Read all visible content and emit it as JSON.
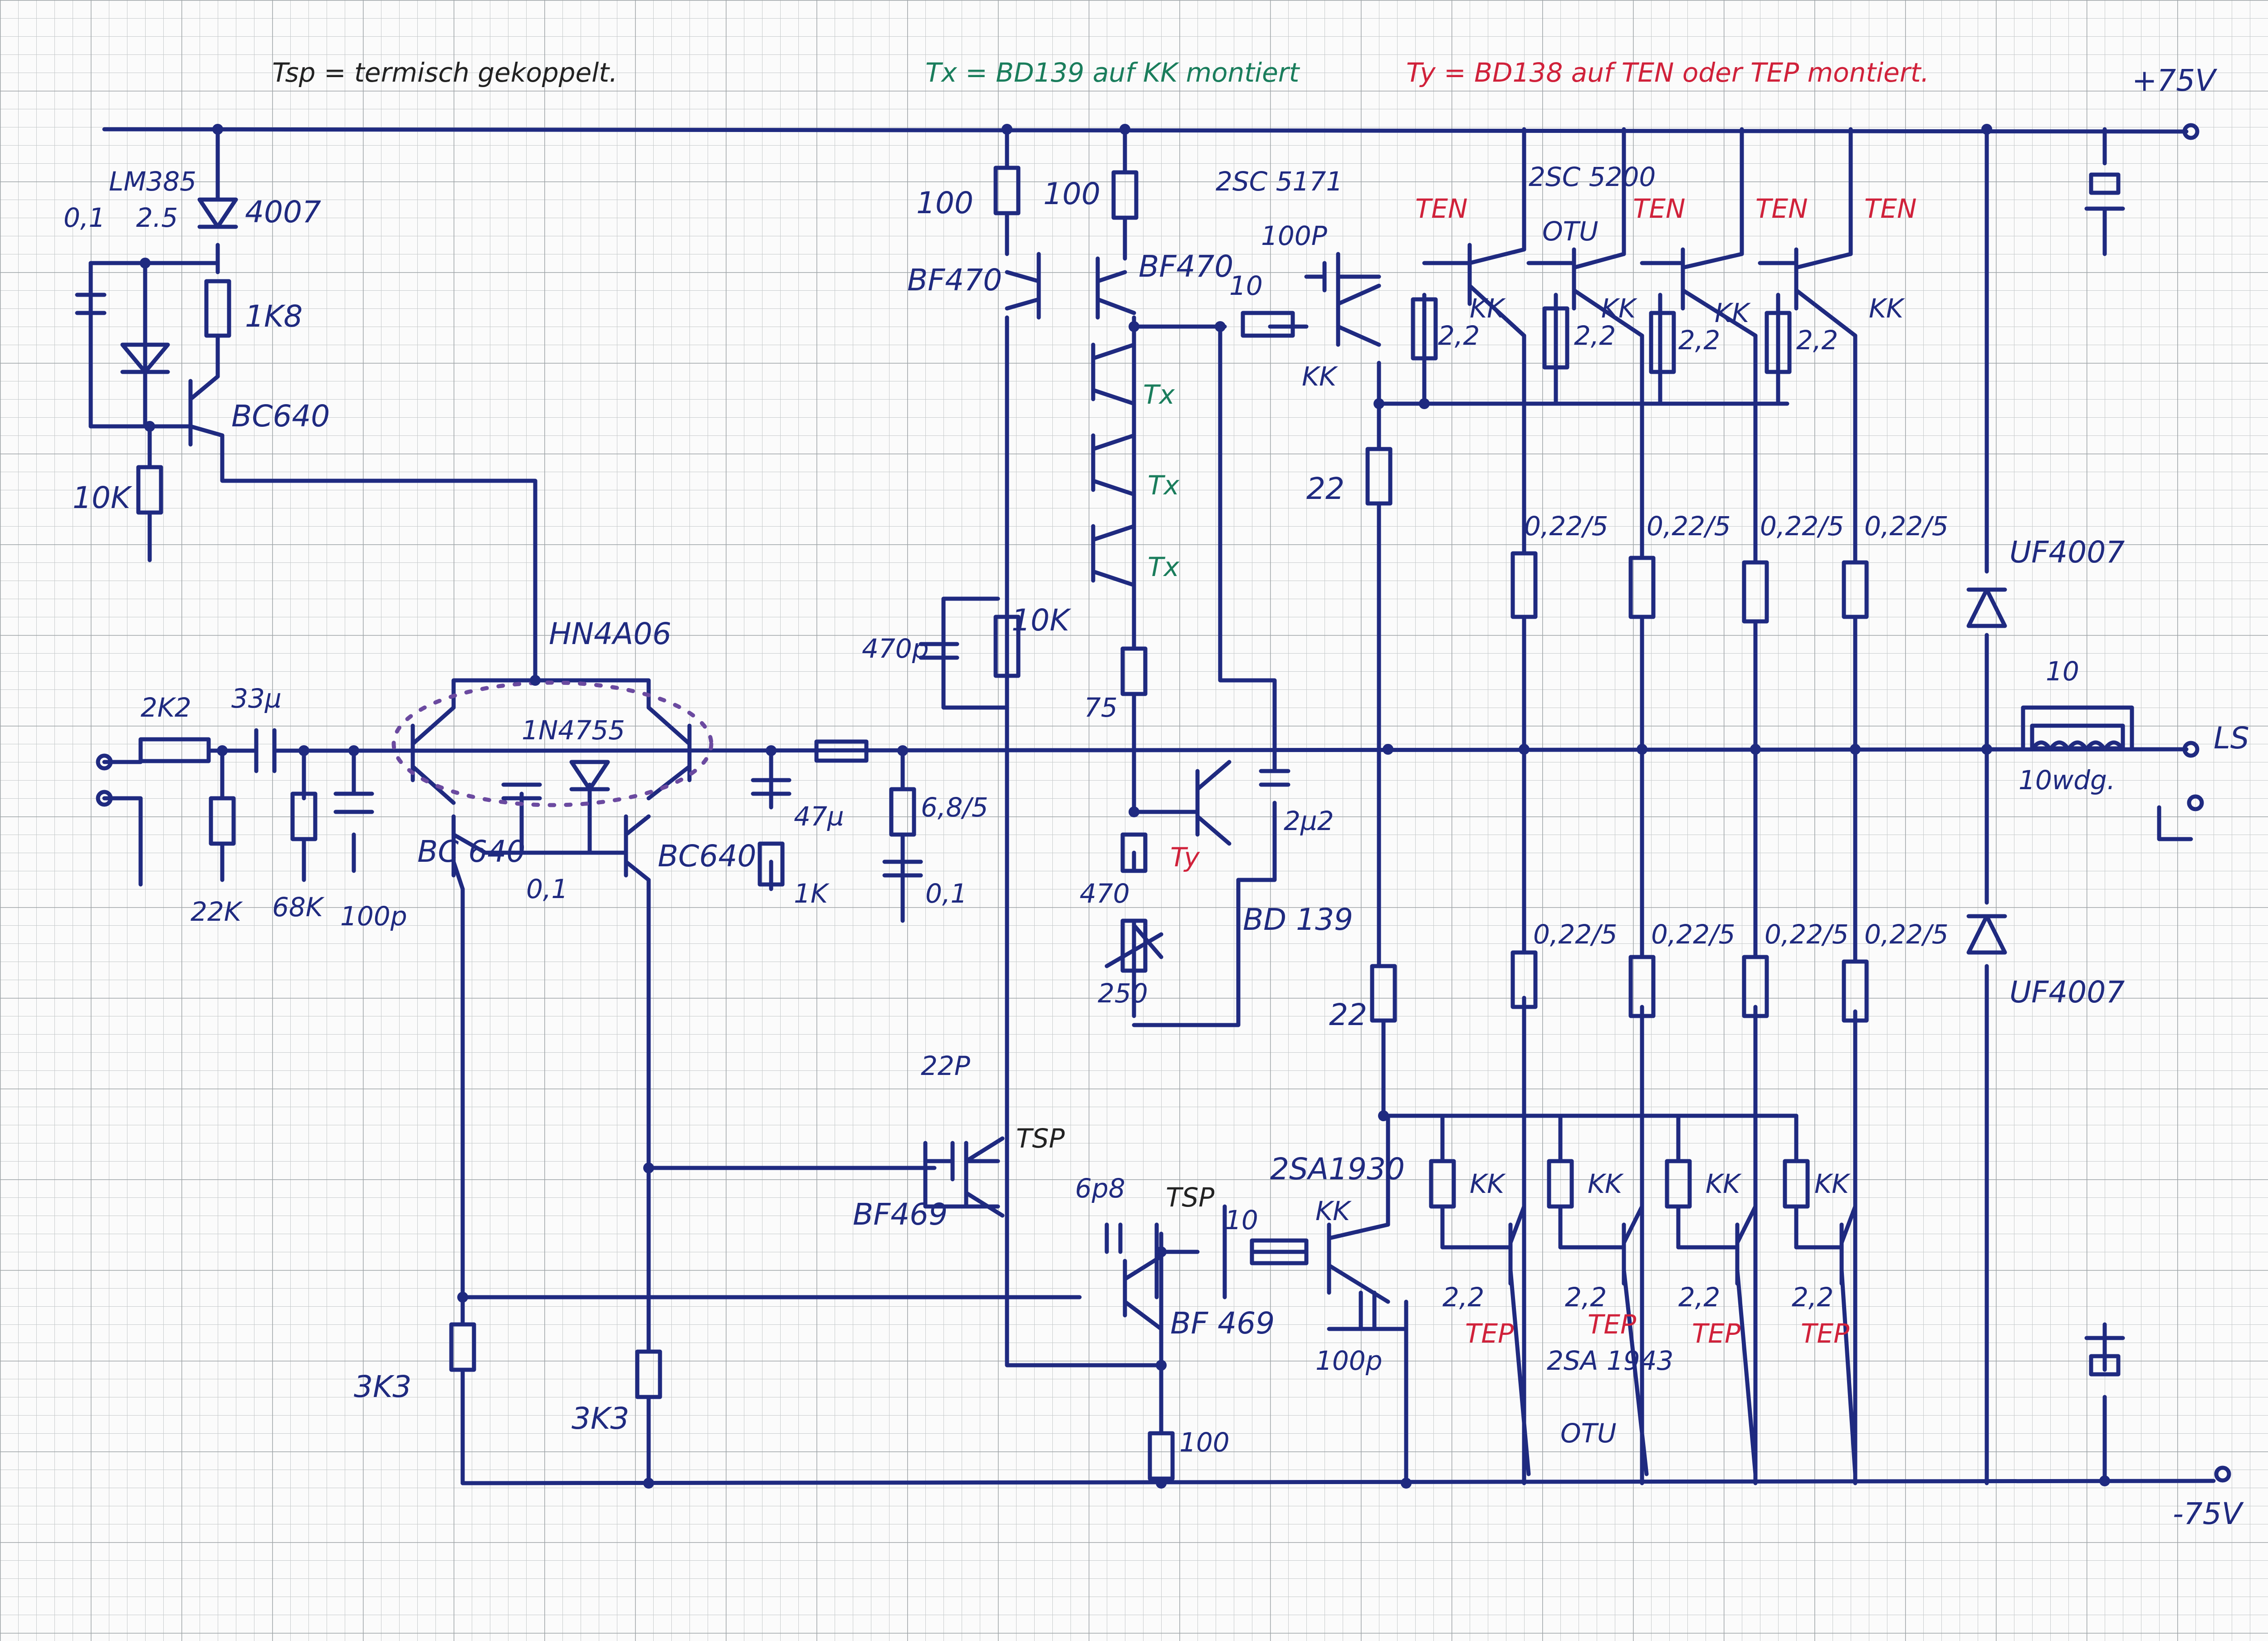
{
  "notes": {
    "tsp": "Tsp = termisch gekoppelt.",
    "tx": "Tx = BD139 auf KK montiert",
    "ty": "Ty = BD138 auf TEN oder TEP montiert."
  },
  "rails": {
    "positive": "+75V",
    "negative": "-75V"
  },
  "output": {
    "ls": "LS",
    "coil_res": "10",
    "coil": "10wdg."
  },
  "input": {
    "r_series": "2K2",
    "c_coupling": "33µ",
    "r1": "22K",
    "r2": "68K",
    "c1": "100p"
  },
  "diff_stage": {
    "pair": "HN4A06",
    "zener": "1N4755",
    "c_mid": "0,1",
    "bc_left": "BC 640",
    "bc_right": "BC640",
    "r_left": "3K3",
    "r_right": "3K3"
  },
  "regulator": {
    "ref": "LM385",
    "v": "2.5",
    "c": "0,1",
    "diode": "4007",
    "r_top": "1K8",
    "transistor": "BC640",
    "r_bottom": "10K"
  },
  "feedback": {
    "c": "47µ",
    "r": "1K",
    "r_fb": "6,8/5",
    "c_fb": "0,1"
  },
  "vas": {
    "r1": "100",
    "r2": "100",
    "q1": "BF470",
    "q2": "BF470",
    "c_470p": "470p",
    "r_10k": "10K",
    "tx": "Tx",
    "r_75": "75",
    "ty": "Ty",
    "r_470": "470",
    "pot": "250",
    "bd": "BD 139",
    "c_2u2": "2µ2",
    "c_22p": "22P",
    "tsp": "TSP",
    "bf469": "BF469",
    "c_6p8": "6p8",
    "bf469_b": "BF 469",
    "r_100": "100"
  },
  "drivers": {
    "npn": "2SC 5171",
    "pnp": "2SA1930",
    "c_top": "100P",
    "c_bot": "100p",
    "r_top": "10",
    "r_bot": "10",
    "kk": "KK",
    "r22_top": "22",
    "r22_bot": "22"
  },
  "outputs_top": {
    "ten": "TEN",
    "npn": "2SC 5200",
    "otu": "OTU",
    "kk": "KK",
    "r_base": "2,2",
    "r_emit": "0,22/5"
  },
  "outputs_bottom": {
    "tep": "TEP",
    "pnp": "2SA 1943",
    "otu": "OTU",
    "kk": "KK",
    "r_base": "2,2",
    "r_emit": "0,22/5"
  },
  "protection": {
    "d_top": "UF4007",
    "d_bot": "UF4007"
  }
}
